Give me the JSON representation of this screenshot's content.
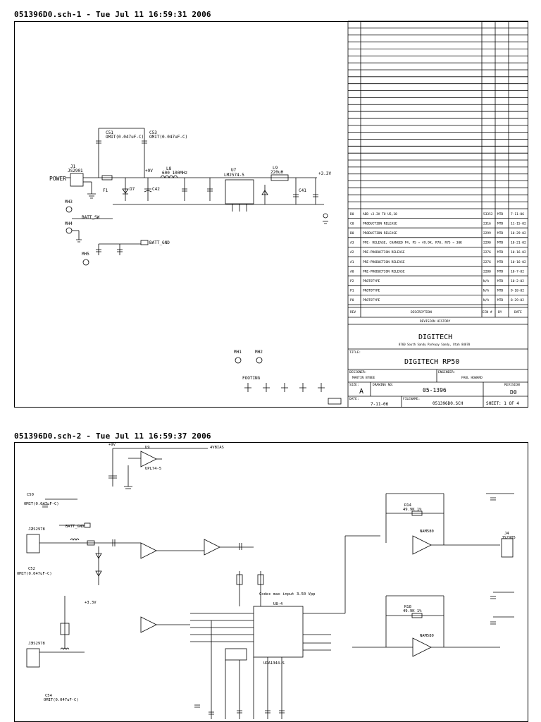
{
  "sheet1": {
    "header": "051396D0.sch-1 - Tue Jul 11 16:59:31 2006",
    "labels": {
      "power": "POWER",
      "j1": "J1",
      "j1_part": "JS2901",
      "c51": "C51",
      "c51_val": "OMIT(0.047uF-C)",
      "c53": "C53",
      "c53_val": "OMIT(0.047uF-C)",
      "f1": "F1",
      "d7": "D7",
      "c42": "C42",
      "l8": "L8",
      "l8_val": "600 100MHz",
      "u7": "U7",
      "u7_part": "LM2574-5",
      "l9": "L9",
      "l9_val": "220uH",
      "c41": "C41",
      "plus33": "+3.3V",
      "plus9": "+9V",
      "batt_sw": "BATT_SW",
      "batt_gnd": "BATT_GND",
      "mh3": "MH3",
      "mh4": "MH4",
      "mh5": "MH5",
      "mh1": "MH1",
      "mh2": "MH2",
      "footing": "FOOTING"
    },
    "title_block": {
      "revision_history": [
        {
          "rev": "D0",
          "desc": "ADD +3.3V TO U5,10",
          "ecn": "53352",
          "by": "MTB",
          "date": "7-11-06"
        },
        {
          "rev": "C0",
          "desc": "PRODUCTION RELEASE",
          "ecn": "2316",
          "by": "MTB",
          "date": "11-15-02"
        },
        {
          "rev": "B0",
          "desc": "PRODUCTION RELEASE",
          "ecn": "2299",
          "by": "MTB",
          "date": "10-29-02"
        },
        {
          "rev": "A3",
          "desc": "PPE- RELEASE, CHANGED P4, P5 = 49.9K, R70, R75 = 30K",
          "ecn": "2290",
          "by": "MTB",
          "date": "10-21-02"
        },
        {
          "rev": "A2",
          "desc": "PRE-PRODUCTION RELEASE",
          "ecn": "2276",
          "by": "MTB",
          "date": "10-16-02"
        },
        {
          "rev": "A1",
          "desc": "PRE-PRODUCTION RELEASE",
          "ecn": "2276",
          "by": "MTB",
          "date": "10-16-02"
        },
        {
          "rev": "A0",
          "desc": "PRE-PRODUCTION RELEASE",
          "ecn": "2280",
          "by": "MTB",
          "date": "10-7-02"
        },
        {
          "rev": "P2",
          "desc": "PROTOTYPE",
          "ecn": "N/A",
          "by": "MTB",
          "date": "10-2-02"
        },
        {
          "rev": "P1",
          "desc": "PROTOTYPE",
          "ecn": "N/A",
          "by": "MTB",
          "date": "9-18-02"
        },
        {
          "rev": "P0",
          "desc": "PROTOTYPE",
          "ecn": "N/A",
          "by": "MTB",
          "date": "8-29-02"
        }
      ],
      "col_rev": "REV",
      "col_desc": "DESCRIPTION",
      "col_ecn": "ECN #",
      "col_by": "BY",
      "col_date": "DATE",
      "revision_history_label": "REVISION HISTORY",
      "company": "DIGITECH",
      "address": "8760 South Sandy Parkway  Sandy, Utah 84070",
      "title_label": "TITLE:",
      "title": "DIGITECH RP50",
      "designer_label": "DESIGNER:",
      "designer": "MARTIN BYBEE",
      "engineer_label": "ENGINEER:",
      "engineer": "PAUL HOWARD",
      "size_label": "SIZE:",
      "size": "A",
      "drawing_no_label": "DRAWING NO:",
      "drawing_no": "05-1396",
      "revision_label": "REVISION",
      "revision": "D0",
      "date_label": "DATE:",
      "date": "7-11-06",
      "filename_label": "FILENAME:",
      "filename": "051396D0.SCH",
      "sheet": "SHEET: 1 OF 4"
    }
  },
  "sheet2": {
    "header": "051396D0.sch-2 - Tue Jul 11 16:59:37 2006",
    "labels": {
      "u9": "U9",
      "u9_part": "UPL74-5",
      "batt_gnd": "BATT_GND",
      "codec_note": "Codec max input 3.50 Vpp",
      "u8": "U8-4",
      "u8_part": "UDA1344-S",
      "nam_a": "NAM580",
      "nam_b": "NAM580",
      "j2": "J2",
      "j2_part": "JS2978",
      "j3": "J3",
      "j3_part": "JS2978",
      "j4": "J4",
      "j4_part": "JS2905",
      "plus9": "+9V",
      "plus3v3": "+3.3V",
      "vbias": "4VBIAS",
      "c50": "C50",
      "c50_val": "OMIT(0.047uF-C)",
      "c52": "C52",
      "c52_val": "OMIT(0.047uF-C)",
      "c54": "C54",
      "c54_val": "OMIT(0.047uF-C)",
      "r14": "R14",
      "r14_val": "49.9K 1%",
      "r18": "R18",
      "r18_val": "49.9K 1%"
    }
  }
}
